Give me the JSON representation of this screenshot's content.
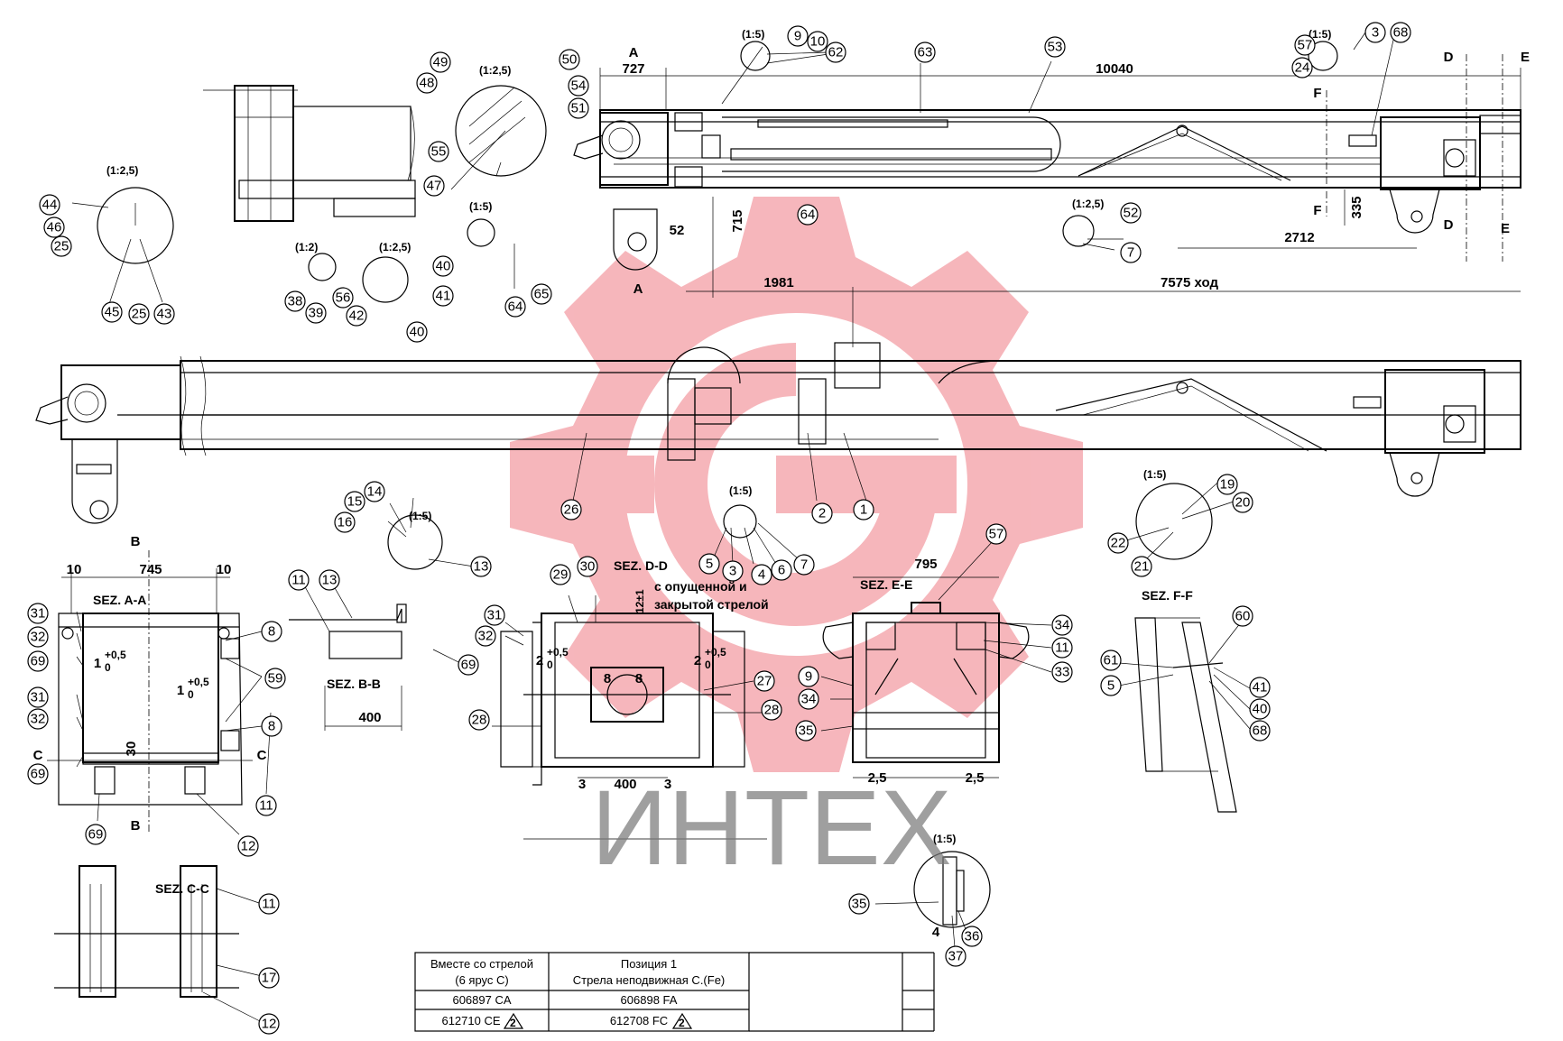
{
  "dimensions": {
    "overall": "10040",
    "a727": "727",
    "v715": "715",
    "h52": "52",
    "v335": "335",
    "h2712": "2712",
    "h1981": "1981",
    "stroke": "7575 ход",
    "w745": "745",
    "t10a": "10",
    "t10b": "10",
    "b400": "400",
    "d795": "795",
    "d8a": "8",
    "d8b": "8",
    "d3a": "3",
    "d3b": "3",
    "d400": "400",
    "d25a": "2,5",
    "d25b": "2,5",
    "d30": "30",
    "d4": "4",
    "tol1": "1",
    "tol1b": "0",
    "tol1s": "+0,5",
    "tol2": "1",
    "tol2b": "0",
    "tol2s": "+0,5",
    "tol3": "2",
    "tol3b": "0",
    "tol3s": "+0,5",
    "tol4": "2",
    "tol4b": "0",
    "tol4s": "+0,5",
    "tol5": "12±1"
  },
  "section_marks": {
    "A_top": "A",
    "A_bottom": "A",
    "D_top": "D",
    "D_bottom": "D",
    "E_top": "E",
    "E_bottom": "E",
    "F_top": "F",
    "F_bottom": "F",
    "B_top": "B",
    "B_bottom": "B",
    "C_left": "C",
    "C_right": "C"
  },
  "scales": {
    "s1": "(1:5)",
    "s2": "(1:5)",
    "s3": "(1:2,5)",
    "s4": "(1:2,5)",
    "s5": "(1:5)",
    "s6": "(1:2)",
    "s7": "(1:2,5)",
    "s8": "(1:2,5)",
    "s9": "(1:5)",
    "s10": "(1:5)",
    "s11": "(1:5)",
    "s12": "(1:5)"
  },
  "section_titles": {
    "aa": "SEZ. A-A",
    "bb": "SEZ. B-B",
    "cc": "SEZ. C-C",
    "dd": "SEZ. D-D",
    "dd_note1": "с опущенной и",
    "dd_note2": "закрытой стрелой",
    "ee": "SEZ. E-E",
    "ff": "SEZ. F-F"
  },
  "balloons": {
    "b9": "9",
    "b10": "10",
    "b62": "62",
    "b63": "63",
    "b53": "53",
    "b57": "57",
    "b3a": "3",
    "b68a": "68",
    "b24": "24",
    "b49": "49",
    "b50": "50",
    "b48": "48",
    "b54": "54",
    "b51": "51",
    "b55": "55",
    "b47": "47",
    "b64a": "64",
    "b52": "52",
    "b7a": "7",
    "b44": "44",
    "b46": "46",
    "b25a": "25",
    "b45": "45",
    "b25b": "25",
    "b43": "43",
    "b38": "38",
    "b39": "39",
    "b40a": "40",
    "b56": "56",
    "b41a": "41",
    "b42": "42",
    "b40b": "40",
    "b64b": "64",
    "b65": "65",
    "b26": "26",
    "b2": "2",
    "b1": "1",
    "b5a": "5",
    "b3b": "3",
    "b4": "4",
    "b6": "6",
    "b7b": "7",
    "b19": "19",
    "b20": "20",
    "b22": "22",
    "b21": "21",
    "b14": "14",
    "b15": "15",
    "b16": "16",
    "b13a": "13",
    "b11a": "11",
    "b13b": "13",
    "b69a": "69",
    "b31a": "31",
    "b32a": "32",
    "b69b": "69",
    "b31b": "31",
    "b32b": "32",
    "b69c": "69",
    "b69d": "69",
    "b8a": "8",
    "b59": "59",
    "b8b": "8",
    "b11b": "11",
    "b12a": "12",
    "b29": "29",
    "b30": "30",
    "b31c": "31",
    "b32c": "32",
    "b27": "27",
    "b28a": "28",
    "b28b": "28",
    "b57b": "57",
    "b34a": "34",
    "b11c": "11",
    "b33": "33",
    "b9b": "9",
    "b34b": "34",
    "b35a": "35",
    "b35b": "35",
    "b36": "36",
    "b37": "37",
    "b60": "60",
    "b61": "61",
    "b5b": "5",
    "b41b": "41",
    "b40c": "40",
    "b68b": "68",
    "b11d": "11",
    "b17": "17",
    "b12b": "12"
  },
  "title_block": {
    "h1a": "Вместе со стрелой",
    "h1b": "(6 ярус С)",
    "h2a": "Позиция 1",
    "h2b": "Стрела неподвижная С.(Fe)",
    "r1c1": "606897 CA",
    "r1c2": "606898 FA",
    "r2c1": "612710 CE",
    "r2c2": "612708 FC",
    "rev1": "2",
    "rev2": "2"
  },
  "watermark": {
    "text": "ИНТЕХ",
    "color": "#ec5e6a"
  },
  "colors": {
    "line": "#000000",
    "watermark_red": "#ec5e6a",
    "watermark_grey": "#7b7b7b"
  }
}
